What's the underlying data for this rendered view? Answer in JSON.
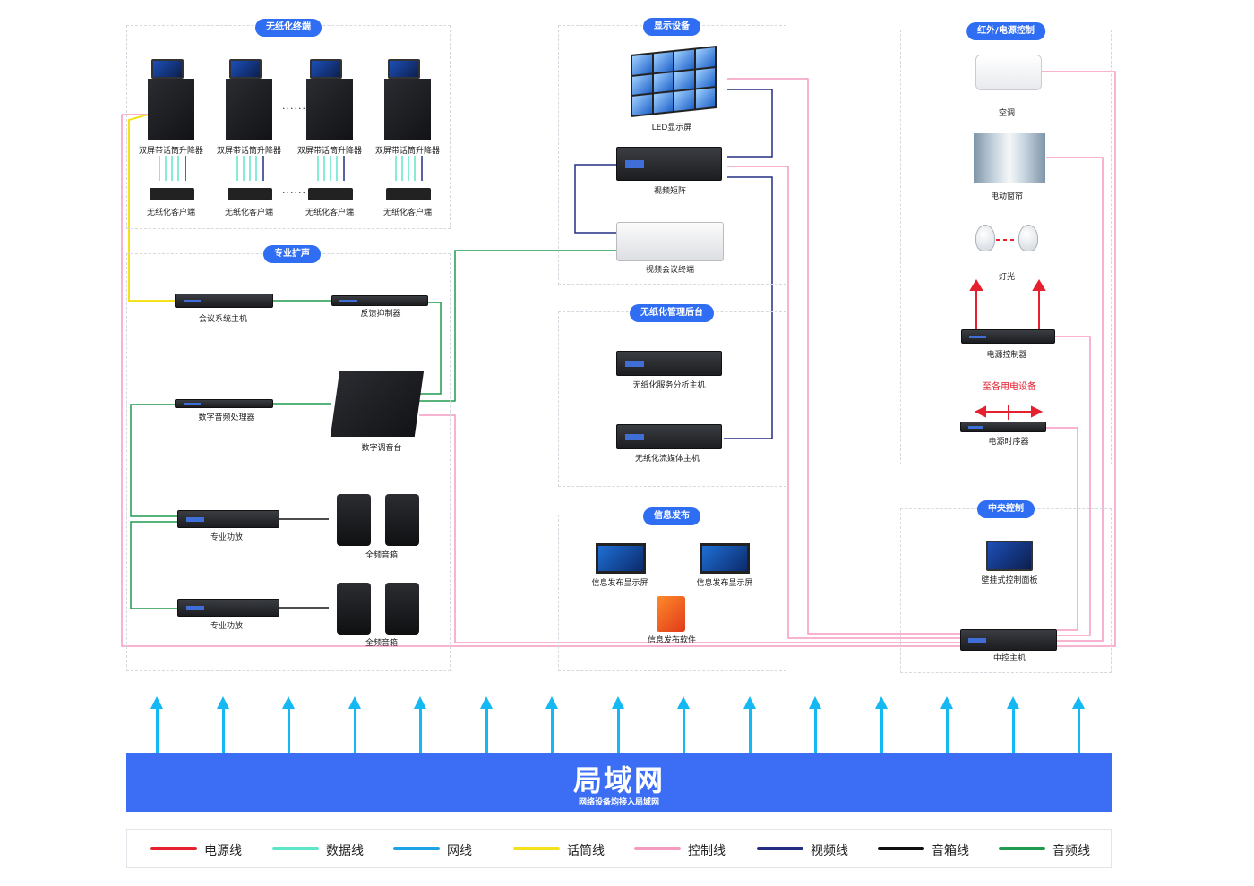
{
  "sections": {
    "paperless_terminal": "无纸化终端",
    "pro_audio": "专业扩声",
    "display_devices": "显示设备",
    "paperless_backend": "无纸化管理后台",
    "info_release": "信息发布",
    "ir_power": "红外/电源控制",
    "central_control": "中央控制"
  },
  "devices": {
    "lifter": "双屏带话筒升降器",
    "client": "无纸化客户端",
    "ellipsis": "······",
    "conf_host": "会议系统主机",
    "feedback": "反馈抑制器",
    "dsp": "数字音频处理器",
    "mixer": "数字调音台",
    "amp": "专业功放",
    "speaker": "全频音箱",
    "led": "LED显示屏",
    "matrix": "视频矩阵",
    "vc_terminal": "视频会议终端",
    "paperless_server": "无纸化服务分析主机",
    "paperless_stream": "无纸化流媒体主机",
    "info_screen": "信息发布显示屏",
    "info_software": "信息发布软件",
    "ac": "空调",
    "curtain": "电动窗帘",
    "light": "灯光",
    "power_ctrl": "电源控制器",
    "to_devices": "至各用电设备",
    "sequencer": "电源时序器",
    "panel": "壁挂式控制面板",
    "central_host": "中控主机"
  },
  "lan": {
    "title": "局域网",
    "subtitle": "网络设备均接入局域网"
  },
  "legend": [
    {
      "label": "电源线",
      "color": "#e5202f"
    },
    {
      "label": "数据线",
      "color": "#5de6c9"
    },
    {
      "label": "网线",
      "color": "#1ea3e6"
    },
    {
      "label": "话筒线",
      "color": "#f5e11b"
    },
    {
      "label": "控制线",
      "color": "#f59ac0"
    },
    {
      "label": "视频线",
      "color": "#232e82"
    },
    {
      "label": "音箱线",
      "color": "#111111"
    },
    {
      "label": "音频线",
      "color": "#1f9a4e"
    }
  ],
  "colors": {
    "accent": "#2f6df2",
    "lan": "#3b6ef4",
    "network_arrow": "#14b8f2"
  }
}
